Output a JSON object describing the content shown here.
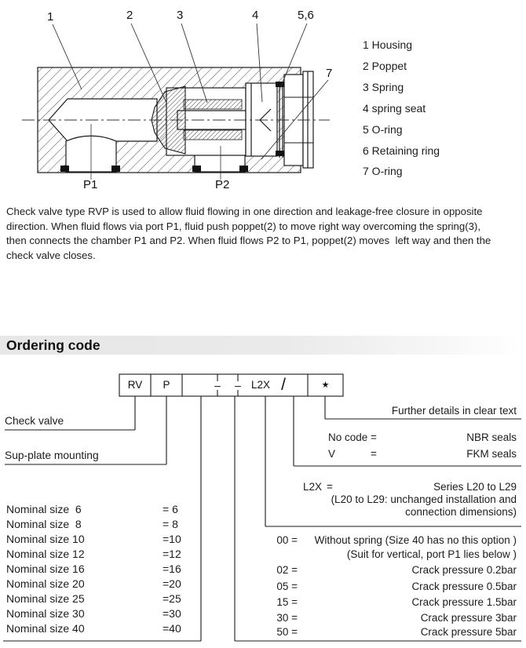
{
  "figure": {
    "callouts": {
      "c1": "1",
      "c2": "2",
      "c3": "3",
      "c4": "4",
      "c56": "5,6",
      "c7": "7"
    },
    "ports": {
      "p1": "P1",
      "p2": "P2"
    },
    "legend": [
      "1 Housing",
      "2 Poppet",
      "3 Spring",
      "4 spring seat",
      "5 O-ring",
      "6 Retaining ring",
      "7 O-ring"
    ]
  },
  "description": {
    "lines": [
      "Check valve type RVP is used to allow fluid flowing in one direction and leakage-free closure in opposite",
      "direction. When fluid flows via port P1, fluid push poppet(2) to move right way overcoming the spring(3),",
      "then connects the chamber P1 and P2. When fluid flows P2 to P1, poppet(2) moves  left way and then the",
      "check valve closes."
    ]
  },
  "section": {
    "title": "Ordering code"
  },
  "ordering": {
    "code_boxes": {
      "rv": "RV",
      "p": "P",
      "dash1": "–",
      "dash2": "–",
      "l2x": "L2X",
      "slash": "/",
      "star": "★"
    },
    "check_valve": "Check valve",
    "sub_plate": "Sup-plate mounting",
    "further_details": "Further details in clear text",
    "seals": [
      {
        "code": "No code",
        "eq": "=",
        "desc": "NBR seals"
      },
      {
        "code": "V",
        "eq": "=",
        "desc": "FKM seals"
      }
    ],
    "series": {
      "code": "L2X",
      "eq": "=",
      "line1": "Series L20 to L29",
      "line2": "(L20 to L29: unchanged installation and",
      "line3": "connection dimensions)"
    },
    "spring_options": [
      {
        "code": "00 =",
        "desc": "Without spring (Size 40 has no this option )",
        "desc2": "(Suit for vertical, port P1 lies below )"
      },
      {
        "code": "02 =",
        "desc": "Crack pressure 0.2bar"
      },
      {
        "code": "05 =",
        "desc": "Crack pressure 0.5bar"
      },
      {
        "code": "15 =",
        "desc": "Crack pressure 1.5bar"
      },
      {
        "code": "30 =",
        "desc": "Crack pressure 3bar"
      },
      {
        "code": "50 =",
        "desc": "Crack pressure 5bar"
      }
    ],
    "nominal_sizes": [
      {
        "label": "Nominal size  6",
        "code": "= 6"
      },
      {
        "label": "Nominal size  8",
        "code": "= 8"
      },
      {
        "label": "Nominal size 10",
        "code": "=10"
      },
      {
        "label": "Nominal size 12",
        "code": "=12"
      },
      {
        "label": "Nominal size 16",
        "code": "=16"
      },
      {
        "label": "Nominal size 20",
        "code": "=20"
      },
      {
        "label": "Nominal size 25",
        "code": "=25"
      },
      {
        "label": "Nominal size 30",
        "code": "=30"
      },
      {
        "label": "Nominal size 40",
        "code": "=40"
      }
    ]
  }
}
